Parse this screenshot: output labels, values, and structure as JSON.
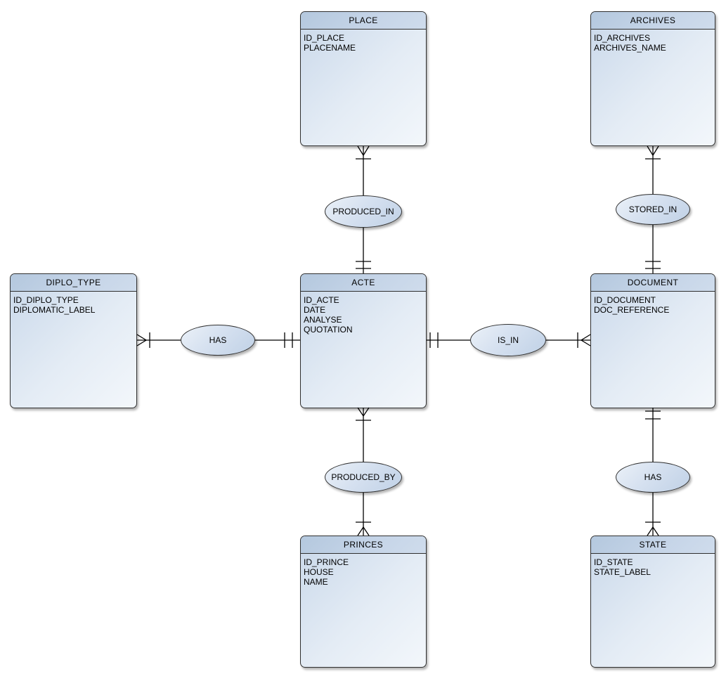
{
  "colors": {
    "canvas_background": "#ffffff",
    "entity_header_fill": "#bccee3",
    "entity_body_fill_dark": "#c9d8ea",
    "entity_body_fill_light": "#f3f7fb",
    "relationship_fill_light": "#ebf1f8",
    "relationship_fill_dark": "#c0d1e6",
    "border": "#2f2f2f",
    "connector_line": "#000000",
    "text": "#000000"
  },
  "entities": [
    {
      "name": "PLACE",
      "attributes": [
        "ID_PLACE",
        "PLACENAME"
      ]
    },
    {
      "name": "ARCHIVES",
      "attributes": [
        "ID_ARCHIVES",
        "ARCHIVES_NAME"
      ]
    },
    {
      "name": "DIPLO_TYPE",
      "attributes": [
        "ID_DIPLO_TYPE",
        "DIPLOMATIC_LABEL"
      ]
    },
    {
      "name": "ACTE",
      "attributes": [
        "ID_ACTE",
        "DATE",
        "ANALYSE",
        "QUOTATION"
      ]
    },
    {
      "name": "DOCUMENT",
      "attributes": [
        "ID_DOCUMENT",
        "DOC_REFERENCE"
      ]
    },
    {
      "name": "PRINCES",
      "attributes": [
        "ID_PRINCE",
        "HOUSE",
        "NAME"
      ]
    },
    {
      "name": "STATE",
      "attributes": [
        "ID_STATE",
        "STATE_LABEL"
      ]
    }
  ],
  "relationships": [
    {
      "name": "PRODUCED_IN",
      "source": "PLACE",
      "target": "ACTE",
      "source_cardinality": "one-or-many (crow's foot + bar)",
      "target_cardinality": "one-and-only-one (double bar)"
    },
    {
      "name": "STORED_IN",
      "source": "ARCHIVES",
      "target": "DOCUMENT",
      "source_cardinality": "one-or-many (crow's foot + bar)",
      "target_cardinality": "one-and-only-one (double bar)"
    },
    {
      "name": "HAS",
      "source": "DIPLO_TYPE",
      "target": "ACTE",
      "source_cardinality": "one-or-many (crow's foot + bar)",
      "target_cardinality": "one-and-only-one (double bar)"
    },
    {
      "name": "IS_IN",
      "source": "ACTE",
      "target": "DOCUMENT",
      "source_cardinality": "one-and-only-one (double bar)",
      "target_cardinality": "one-or-many (crow's foot + bar)"
    },
    {
      "name": "PRODUCED_BY",
      "source": "ACTE",
      "target": "PRINCES",
      "source_cardinality": "one-or-many (crow's foot + bar)",
      "target_cardinality": "one-or-many (bar + crow's foot)"
    },
    {
      "name": "HAS",
      "source": "DOCUMENT",
      "target": "STATE",
      "source_cardinality": "one-and-only-one (double bar)",
      "target_cardinality": "one-or-many (bar + crow's foot)"
    }
  ]
}
